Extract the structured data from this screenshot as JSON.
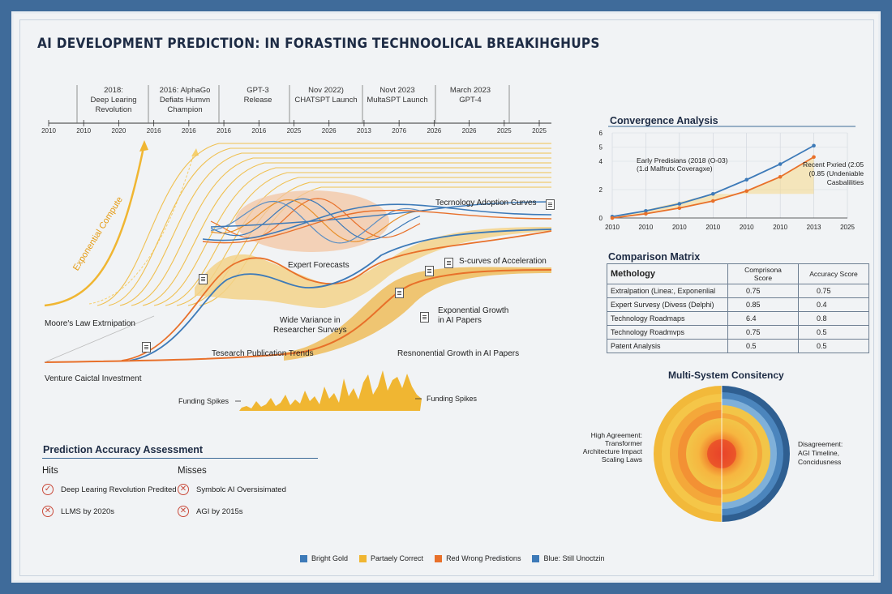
{
  "title": "AI DEVELOPMENT PREDICTION: IN FORASTING TECHNOOLICAL BREAKIHGHUPS",
  "timeline": {
    "events": [
      {
        "text": "2018:\nDeep Learing\nRevolution"
      },
      {
        "text": "2016: AlphaGo\nDefiats Humvn\nChampion"
      },
      {
        "text": "GPT-3\nRelease"
      },
      {
        "text": "Nov 2022)\nCHATSPT Launch"
      },
      {
        "text": "Novt 2023\nMultaSPT Launch"
      },
      {
        "text": "March 2023\nGPT-4"
      }
    ],
    "ticks": [
      "2010",
      "2010",
      "2020",
      "2016",
      "2016",
      "2016",
      "2016",
      "2025",
      "2026",
      "2013",
      "2076",
      "2026",
      "2026",
      "2025",
      "2025"
    ]
  },
  "main_labels": {
    "exponential_compute": "Exponential Compute",
    "moores_law": "Moore's Law Extrnipation",
    "venture_capital": "Venture Caictal Investment",
    "tech_adoption": "Tecrnology Adoption Curves",
    "expert_forecasts": "Expert Forecasts",
    "s_curves": "S-curves of Acceleration",
    "wide_variance": "Wide Variance in\nResearcher Surveys",
    "exp_growth": "Exponential Growth\nin AI Papers",
    "research_trends": "Tesearch Publication Trends",
    "resp_growth": "Resnonential Growth in AI Papers",
    "funding_left": "Funding Spikes",
    "funding_right": "Funding Spikes"
  },
  "colors": {
    "gold": "#f0b632",
    "orange": "#e8702a",
    "blue": "#3d7ab8",
    "lightgold": "#f5d98a",
    "frame": "#3f6b9a"
  },
  "convergence": {
    "title": "Convergence Analysis",
    "note_left": "Early Predisians (2018 (O-03)\n(1.d Malfrutx Coveragxe)",
    "note_right": "Recent Pxried (2:05\n(0.85 (Undeniable\nCasbalilities"
  },
  "chart_data": [
    {
      "type": "line",
      "title": "Convergence Analysis",
      "x": [
        "2010",
        "2010",
        "2010",
        "2010",
        "2010",
        "2010",
        "2013",
        "2025"
      ],
      "ylim": [
        0,
        6
      ],
      "yticks": [
        0,
        2,
        4,
        5,
        6
      ],
      "series": [
        {
          "values": [
            0.1,
            0.5,
            1.0,
            1.7,
            2.7,
            3.8,
            5.1
          ]
        },
        {
          "values": [
            0,
            0.3,
            0.7,
            1.2,
            1.9,
            2.9,
            4.3
          ]
        }
      ]
    },
    {
      "type": "table",
      "title": "Comparison Matrix",
      "columns": [
        "Methology",
        "Comprisona\nScore",
        "Accuracy Score"
      ],
      "rows": [
        [
          "Extralpation (Linea:, Exponenlial",
          "0.75",
          "0.75"
        ],
        [
          "Expert Survesy (Divess (Delphi)",
          "0.85",
          "0.4"
        ],
        [
          "Technology Roadmaps",
          "6.4",
          "0.8"
        ],
        [
          "Technology Roadmvps",
          "0.75",
          "0.5"
        ],
        [
          "Patent Analysis",
          "0.5",
          "0.5"
        ]
      ]
    }
  ],
  "consistency": {
    "title": "Multi-System Consitency",
    "left": "High Agreement:\nTransformer\nArchitecture Impact\nScaling Laws",
    "right": "Disagreement:\nAGI Timeline,\nConcidusness"
  },
  "accuracy": {
    "title": "Prediction Accuracy Assessment",
    "hits_label": "Hits",
    "misses_label": "Misses",
    "hits": [
      {
        "icon": "check-icon",
        "text": "Deep Learing Revolution Predited"
      },
      {
        "icon": "cross-icon",
        "text": "LLMS by 2020s"
      }
    ],
    "misses": [
      {
        "icon": "cross-icon",
        "text": "Symbolc AI Oversisimated"
      },
      {
        "icon": "cross-icon",
        "text": "AGI by 2015s"
      }
    ]
  },
  "legend": [
    {
      "color": "#3d7ab8",
      "label": "Bright Gold"
    },
    {
      "color": "#f0b632",
      "label": "Partaely Correct"
    },
    {
      "color": "#e8702a",
      "label": "Red Wrong Predistions"
    },
    {
      "color": "#3d7ab8",
      "label": "Blue: Still Unoctzin"
    }
  ]
}
